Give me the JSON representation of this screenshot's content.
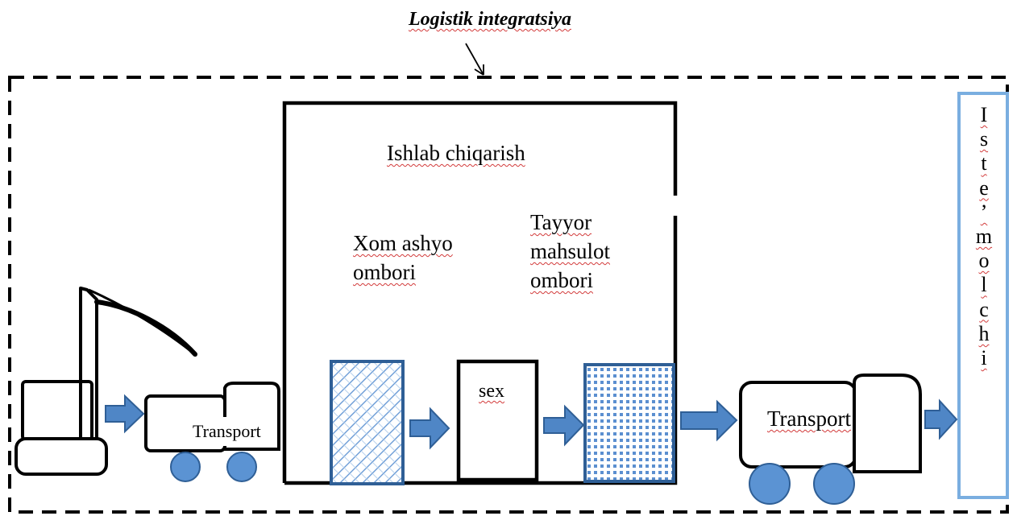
{
  "title": "Logistik integratsiya",
  "production_label": "Ishlab chiqarish",
  "raw_warehouse_label": [
    "Xom ashyo",
    "ombori"
  ],
  "finished_warehouse_label": [
    "Tayyor",
    "mahsulot",
    "ombori"
  ],
  "workshop_label": "sex",
  "transport_in_label": "Transport",
  "transport_out_label": "Transport",
  "consumer_label": "Iste’molchi",
  "colors": {
    "arrow_fill": "#4f86c6",
    "arrow_stroke": "#2f5f96",
    "wheel_fill": "#5b93d3",
    "consumer_border": "#7aaee0",
    "warehouse_border": "#2f5f96",
    "spellcheck_underline": "#d23a3a"
  },
  "icons": [
    "excavator-icon",
    "truck-icon",
    "arrow-right-icon"
  ]
}
